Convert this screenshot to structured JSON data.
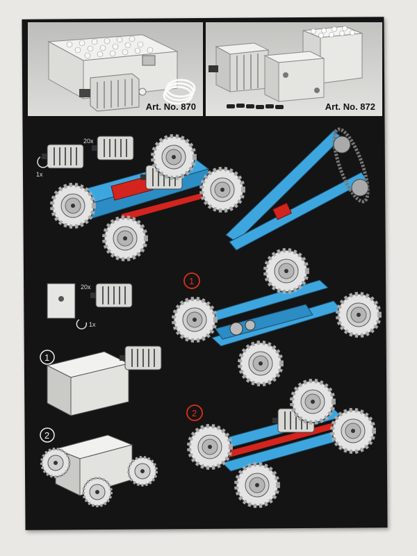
{
  "photos": {
    "left_label": "Art. No. 870",
    "right_label": "Art. No. 872"
  },
  "diagram": {
    "ratio_label_top": "20x",
    "count_label_top": "1x",
    "ratio_label_mid": "20x",
    "count_label_mid": "1x",
    "step_1": "1",
    "step_2": "2"
  },
  "colors": {
    "page": "#141414",
    "brick_blue": "#3ea6de",
    "brick_red": "#d4241e",
    "wheel_grey": "#cfcfcf",
    "tyre_grey": "#e2e2e2",
    "step_red": "#e0301e"
  }
}
